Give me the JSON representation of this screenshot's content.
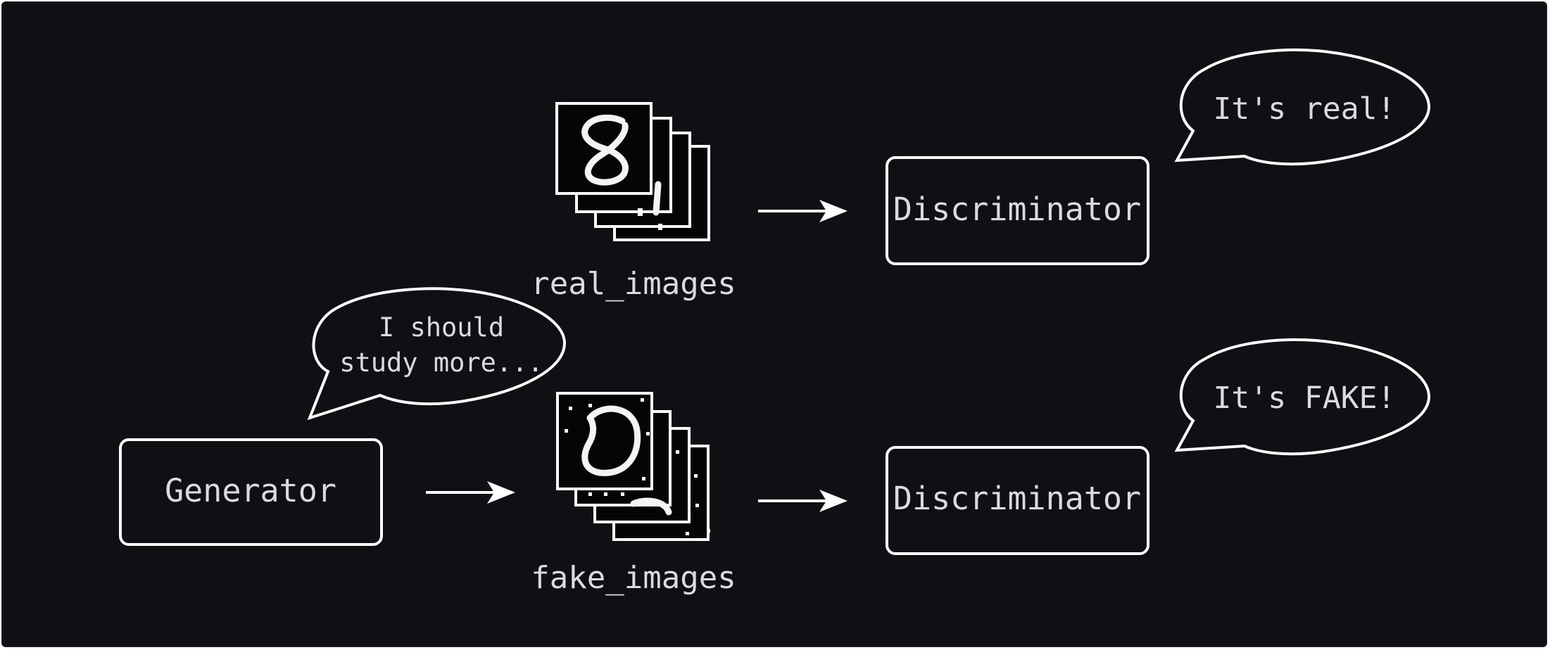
{
  "nodes": {
    "generator": "Generator",
    "discriminator_top": "Discriminator",
    "discriminator_bottom": "Discriminator",
    "real_images": "real_images",
    "fake_images": "fake_images"
  },
  "bubbles": {
    "discriminator_top": "It's real!",
    "discriminator_bottom": "It's FAKE!",
    "generator_line1": "I should",
    "generator_line2": "study more..."
  },
  "colors": {
    "background": "#0e1014",
    "stroke": "#ffffff",
    "text": "#d9dbe0"
  }
}
